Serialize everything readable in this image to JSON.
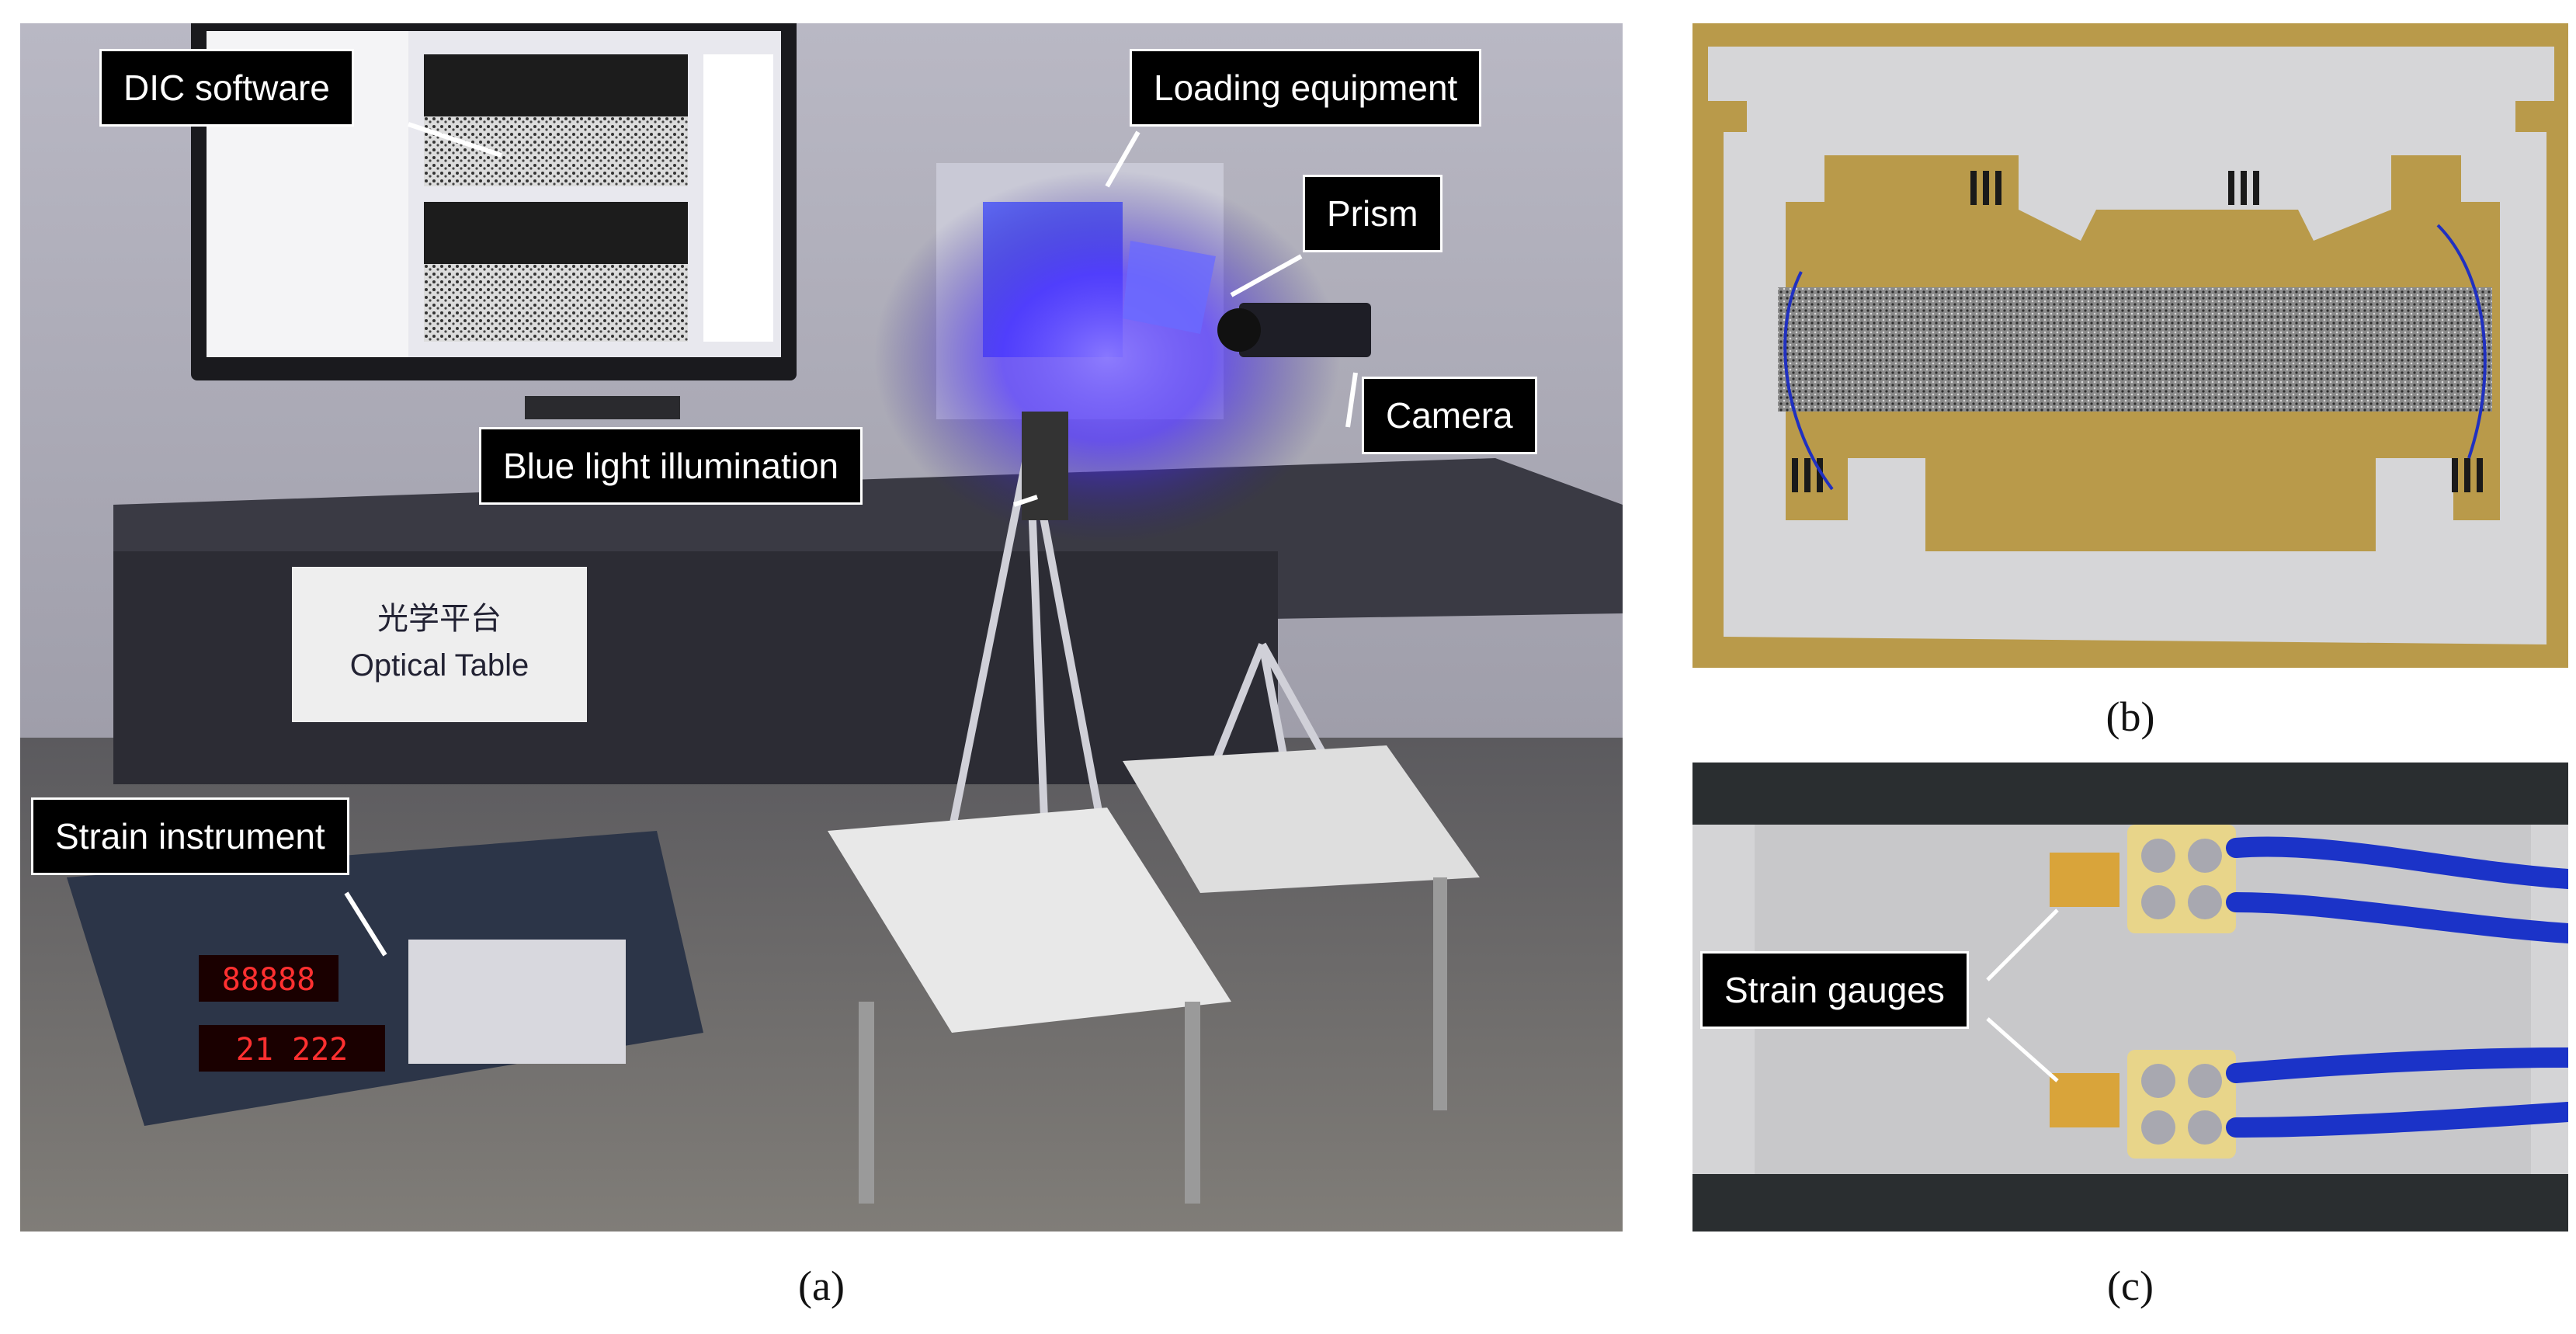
{
  "panels": {
    "a": {
      "caption": "(a)",
      "callouts": {
        "dic_software": "DIC software",
        "loading_equipment": "Loading equipment",
        "prism": "Prism",
        "camera": "Camera",
        "blue_light": "Blue light illumination",
        "strain_instrument": "Strain instrument"
      },
      "table_label_cn": "光学平台",
      "table_label_en": "Optical Table",
      "display_digits_top": "88888",
      "display_digits_bottom": "21 222"
    },
    "b": {
      "caption": "(b)"
    },
    "c": {
      "caption": "(c)",
      "callouts": {
        "strain_gauges": "Strain gauges"
      }
    }
  },
  "colors": {
    "blue_light": "#4a2cff",
    "speckle_pattern": "#5a5a5a",
    "backing_board": "#b99a4a",
    "callout_bg": "#000000",
    "callout_text": "#ffffff"
  }
}
